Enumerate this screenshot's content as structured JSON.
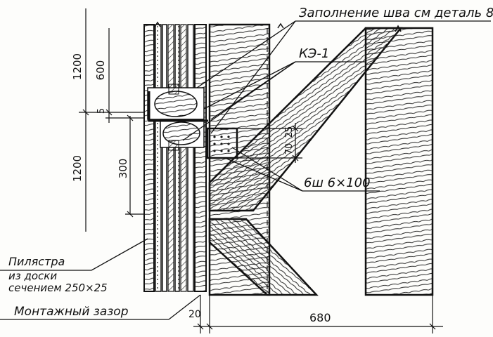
{
  "labels": {
    "joint_fill": "Заполнение шва см деталь 8",
    "ke1": "КЭ-1",
    "bolts": "6ш 6×100",
    "pilaster_line1": "Пилястра",
    "pilaster_line2": "из доски",
    "pilaster_line3": "сечением 250×25",
    "mounting_gap": "Монтажный зазор"
  },
  "dimensions": {
    "d1200_top": "1200",
    "d600": "600",
    "d5": "5",
    "d1200_bottom": "1200",
    "d300": "300",
    "d70": "70",
    "d25": "25",
    "d20": "20",
    "d680": "680"
  }
}
